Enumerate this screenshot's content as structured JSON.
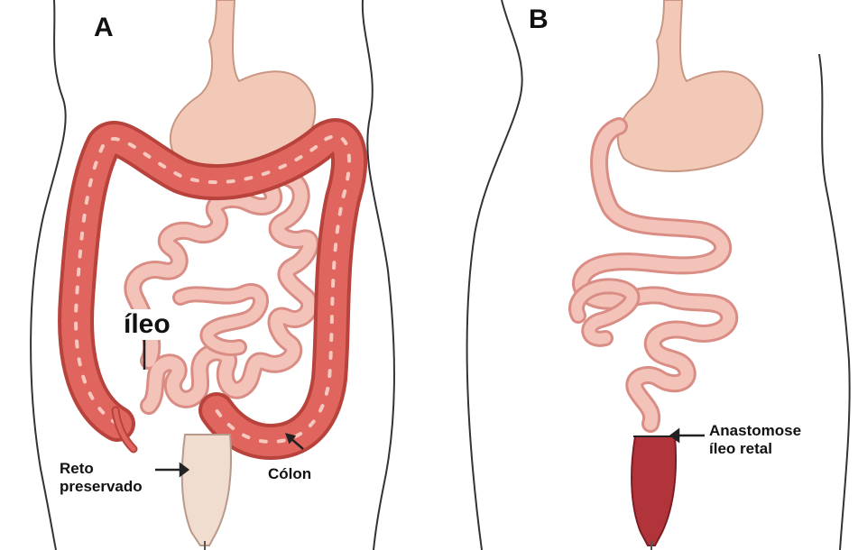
{
  "panels": [
    {
      "letter": "A"
    },
    {
      "letter": "B"
    }
  ],
  "labels": {
    "ileo": "íleo",
    "reto_line1": "Reto",
    "reto_line2": "preservado",
    "colon": "Cólon",
    "anast_line1": "Anastomose",
    "anast_line2": "íleo retal"
  },
  "colors": {
    "colon": "#e0655f",
    "colon_dark": "#b8423c",
    "colon_spots": "#f6c9bf",
    "small_intestine": "#f3c2b8",
    "small_intestine_edge": "#d98d84",
    "stomach": "#f2c9b6",
    "rectum_preserved": "#f0ddd0",
    "rectum_b": "#b0343a",
    "body_outline": "#333333"
  }
}
